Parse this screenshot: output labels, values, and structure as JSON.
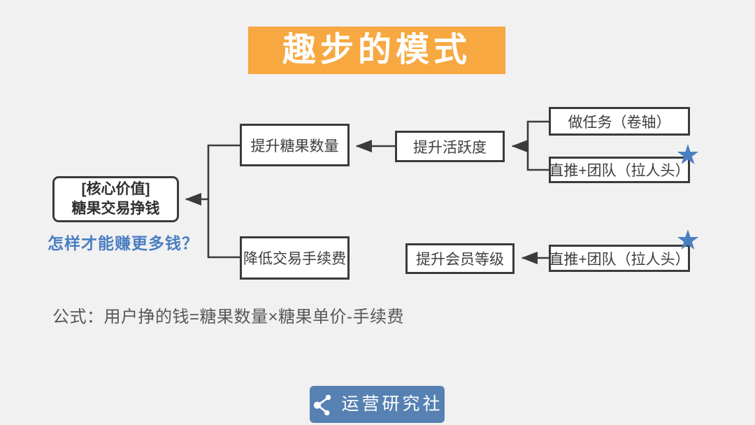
{
  "title": "趣步的模式",
  "diagram": {
    "core_box": {
      "line1": "[核心价值]",
      "line2": "糖果交易挣钱"
    },
    "question": "怎样才能赚更多钱？",
    "boxes": {
      "candy": "提升糖果数量",
      "activity": "提升活跃度",
      "task": "做任务（卷轴）",
      "referral_top": "直推+团队（拉人头）",
      "fee": "降低交易手续费",
      "member": "提升会员等级",
      "referral_bottom": "直推+团队（拉人头）"
    },
    "star_icon": "star-icon"
  },
  "formula": "公式：用户挣的钱=糖果数量×糖果单价-手续费",
  "footer": {
    "brand": "运营研究社",
    "icon": "share-icon"
  },
  "colors": {
    "page_bg": "#F1F1F2",
    "banner_bg": "#F7A841",
    "accent_blue": "#4A7EC2",
    "brand_bg": "#5681B2",
    "line": "#3B3B3B"
  }
}
